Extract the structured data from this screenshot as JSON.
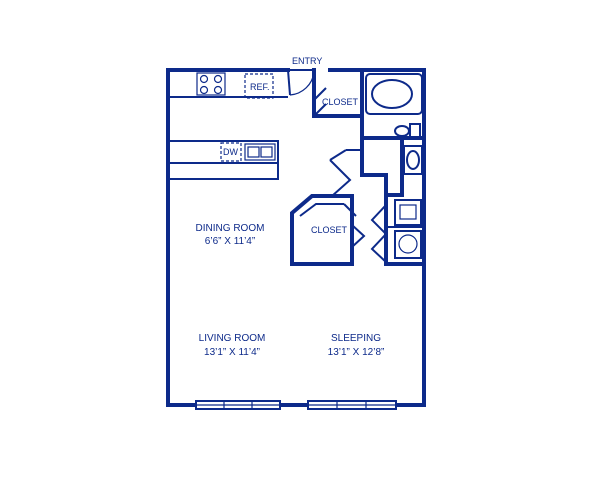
{
  "plan": {
    "entry_label": "ENTRY",
    "closet_top_label": "CLOSET",
    "closet_mid_label": "CLOSET",
    "ref_label": "REF.",
    "dw_label": "DW",
    "rooms": {
      "dining": {
        "name": "DINING ROOM",
        "size": "6’6” X 11’4”"
      },
      "living": {
        "name": "LIVING ROOM",
        "size": "13’1” X 11’4”"
      },
      "sleeping": {
        "name": "SLEEPING",
        "size": "13’1” X 12’8”"
      }
    },
    "line_color": "#0d2a8a"
  }
}
